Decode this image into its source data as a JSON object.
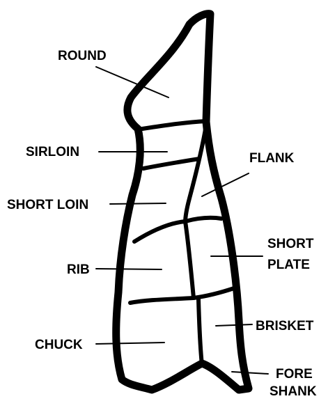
{
  "labels": {
    "round": "ROUND",
    "sirloin": "SIRLOIN",
    "short_loin": "SHORT LOIN",
    "rib": "RIB",
    "chuck": "CHUCK",
    "flank": "FLANK",
    "short_plate_line1": "SHORT",
    "short_plate_line2": "PLATE",
    "brisket": "BRISKET",
    "fore_shank_line1": "FORE",
    "fore_shank_line2": "SHANK"
  },
  "colors": {
    "ink": "#000000",
    "background": "#ffffff"
  }
}
